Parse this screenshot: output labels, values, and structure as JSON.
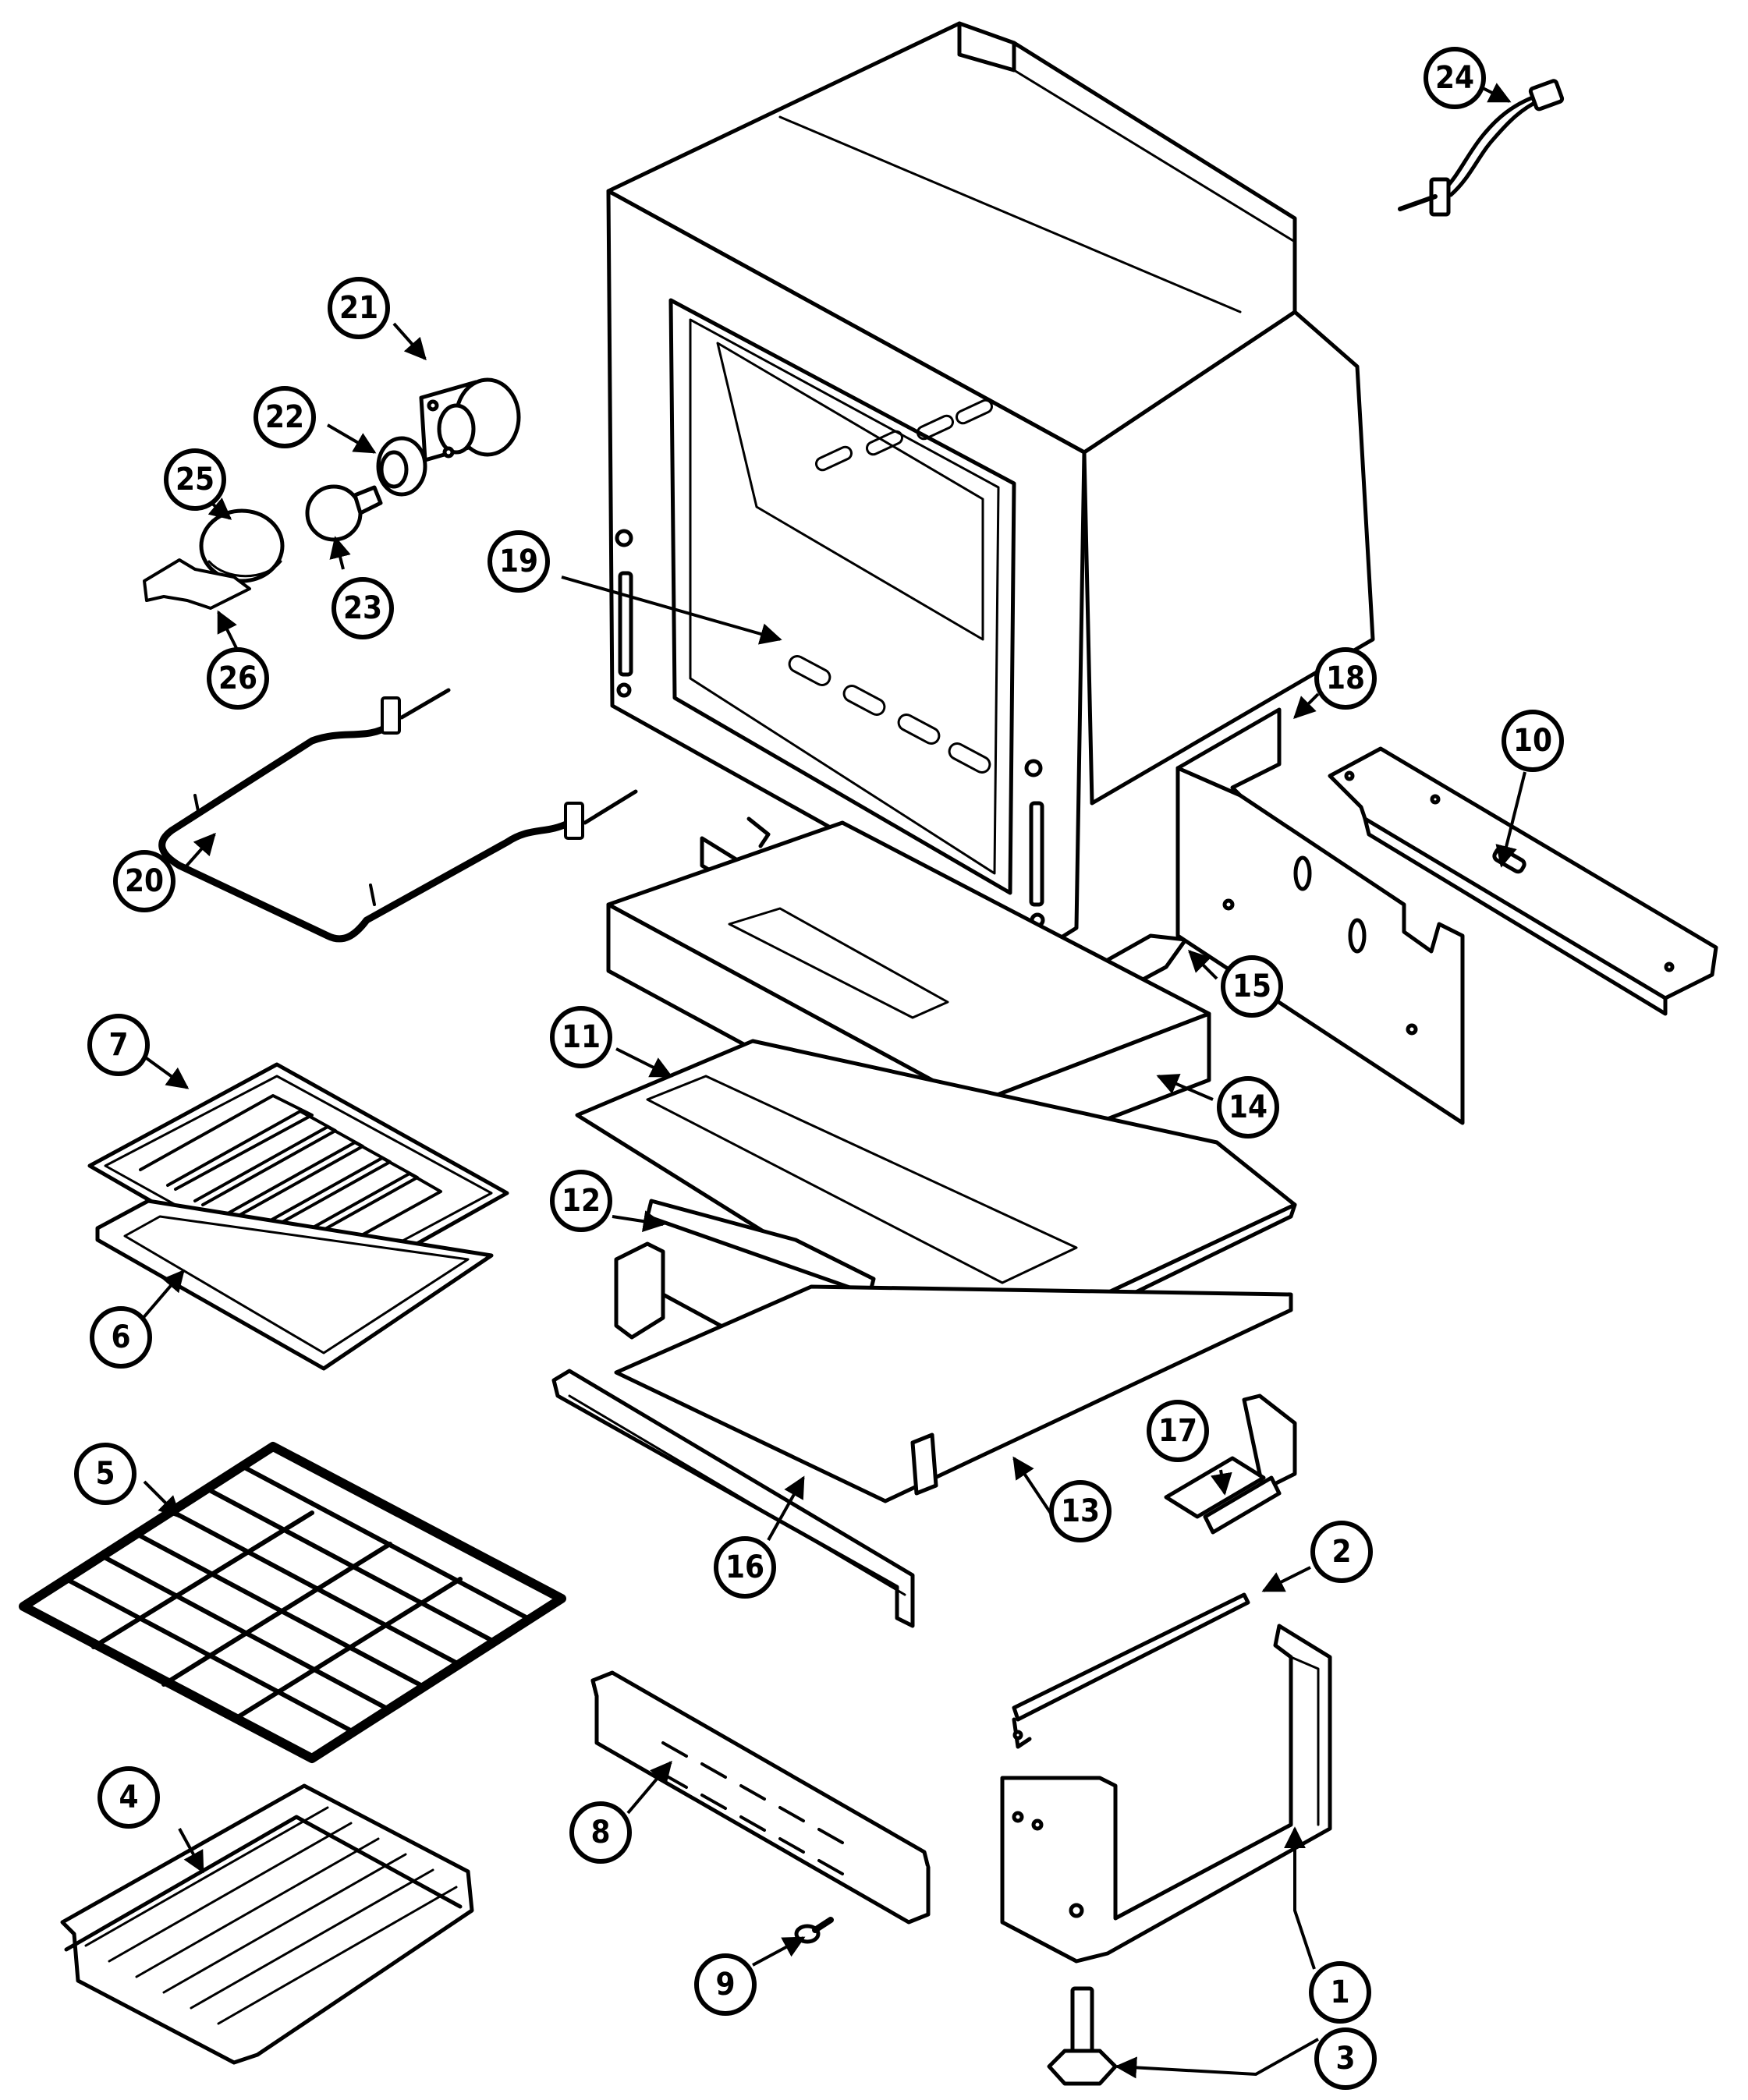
{
  "callouts": [
    {
      "label": "1"
    },
    {
      "label": "2"
    },
    {
      "label": "3"
    },
    {
      "label": "4"
    },
    {
      "label": "5"
    },
    {
      "label": "6"
    },
    {
      "label": "7"
    },
    {
      "label": "8"
    },
    {
      "label": "9"
    },
    {
      "label": "10"
    },
    {
      "label": "11"
    },
    {
      "label": "12"
    },
    {
      "label": "13"
    },
    {
      "label": "14"
    },
    {
      "label": "15"
    },
    {
      "label": "16"
    },
    {
      "label": "17"
    },
    {
      "label": "18"
    },
    {
      "label": "19"
    },
    {
      "label": "20"
    },
    {
      "label": "21"
    },
    {
      "label": "22"
    },
    {
      "label": "23"
    },
    {
      "label": "24"
    },
    {
      "label": "25"
    },
    {
      "label": "26"
    }
  ]
}
